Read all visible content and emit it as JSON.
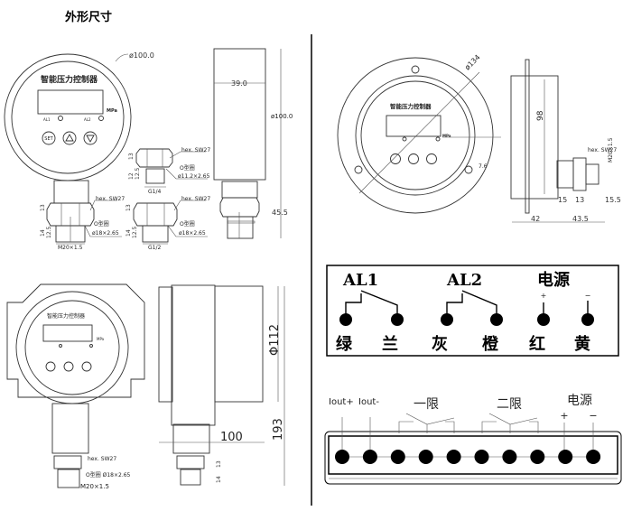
{
  "title": "外形尺寸",
  "gauge_front": {
    "device_name": "智能压力控制器",
    "unit": "MPa",
    "al1": "AL1",
    "al2": "AL2",
    "buttons": [
      "SET",
      "up-arrow",
      "down-arrow"
    ],
    "diameter_label": "ø100.0"
  },
  "connectors": {
    "main": {
      "hex": "hex. SW27",
      "oring": "O型圈",
      "oring_size": "ø18×2.65",
      "thread": "M20×1.5",
      "dims": [
        "13",
        "14",
        "12.5"
      ]
    },
    "g14": {
      "hex": "hex. SW27",
      "oring": "O型圈",
      "oring_size": "ø11.2×2.65",
      "thread": "G1/4",
      "dims": [
        "13",
        "12",
        "12.5"
      ]
    },
    "g12": {
      "hex": "hex. SW27",
      "oring": "O型圈",
      "oring_size": "ø18×2.65",
      "thread": "G1/2",
      "dims": [
        "13",
        "14",
        "12.5"
      ]
    }
  },
  "side_view": {
    "width": "39.0",
    "diameter": "ø100.0",
    "length": "45.5"
  },
  "flange_front": {
    "diameter": "ø134",
    "hole": "7.6",
    "device_name": "智能压力控制器",
    "unit": "MPa"
  },
  "flange_side": {
    "height": "98",
    "thread": "M20×1.5",
    "hex": "hex. SW27",
    "d1": "15",
    "d2": "13",
    "d3": "15.5",
    "d4": "42",
    "d5": "43.5"
  },
  "explosion_front": {
    "device_name": "智能压力控制器",
    "unit": "MPa",
    "hex": "hex. SW27",
    "oring": "O型圈 Ø18×2.65",
    "thread": "M20×1.5"
  },
  "explosion_side": {
    "diameter": "Φ112",
    "length": "100",
    "height": "193",
    "d1": "13",
    "d2": "14"
  },
  "wiring1": {
    "groups": [
      "AL1",
      "AL2",
      "电源"
    ],
    "polarity": [
      "+",
      "−"
    ],
    "colors": [
      "绿",
      "兰",
      "灰",
      "橙",
      "红",
      "黄"
    ]
  },
  "wiring2": {
    "iout_plus": "Iout+",
    "iout_minus": "Iout-",
    "limit1": "一限",
    "limit2": "二限",
    "power": "电源",
    "polarity": [
      "+",
      "−"
    ],
    "terminal_count": 10
  }
}
